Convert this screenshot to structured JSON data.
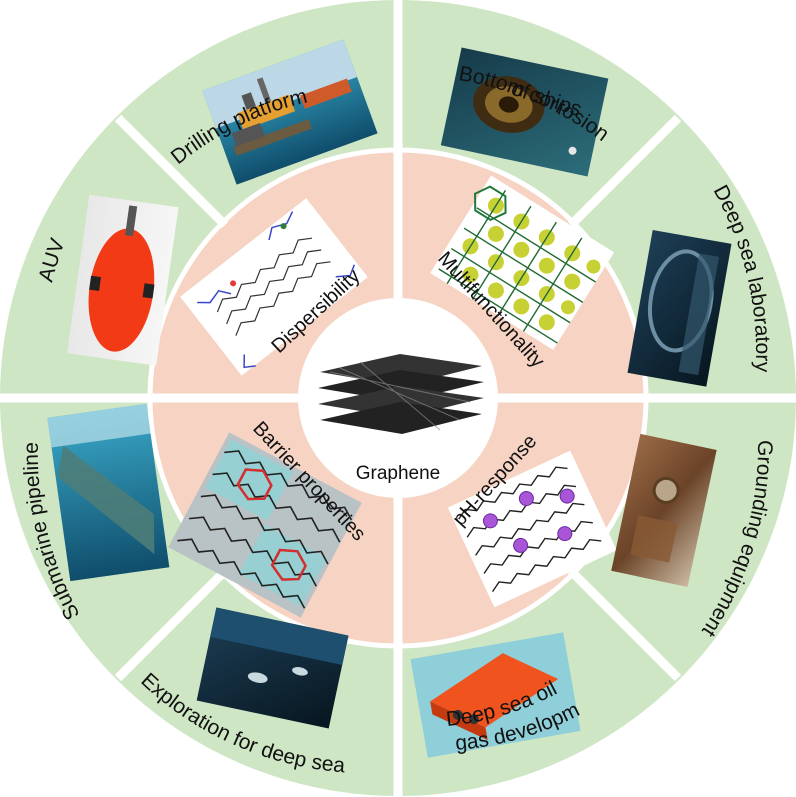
{
  "colors": {
    "outer_ring": "#cfe6c4",
    "inner_ring": "#f7d7c6",
    "center": "#ffffff",
    "dividers": "#ffffff"
  },
  "center": {
    "label": "Graphene",
    "icon": "graphene-stack-icon"
  },
  "properties": [
    {
      "label": "Dispersibility",
      "icon": "functionalized-graphene-molecule-icon"
    },
    {
      "label": "Multifunctionality",
      "icon": "nanoparticle-graphene-lattice-icon"
    },
    {
      "label": "pH-response",
      "icon": "graphene-sheet-with-particles-icon"
    },
    {
      "label": "Barrier properties",
      "icon": "graphene-hexagon-barrier-icon"
    }
  ],
  "applications": [
    {
      "label": "Drilling platform",
      "icon": "offshore-drilling-platform-photo"
    },
    {
      "label_line1": "Bottom corrosion",
      "label_line2": "of ships",
      "icon": "ship-hull-corrosion-photo"
    },
    {
      "label": "Deep sea laboratory",
      "icon": "deep-sea-laboratory-photo"
    },
    {
      "label": "Grounding equipment",
      "icon": "rusted-grounding-equipment-photo"
    },
    {
      "label_line1": "Deep sea oil and",
      "label_line2": "gas development",
      "icon": "subsea-oil-gas-equipment-photo"
    },
    {
      "label": "Exploration for deep sea",
      "icon": "deep-sea-diver-photo"
    },
    {
      "label": "Submarine pipeline",
      "icon": "submarine-pipeline-photo"
    },
    {
      "label": "AUV",
      "icon": "auv-vehicle-photo"
    }
  ]
}
